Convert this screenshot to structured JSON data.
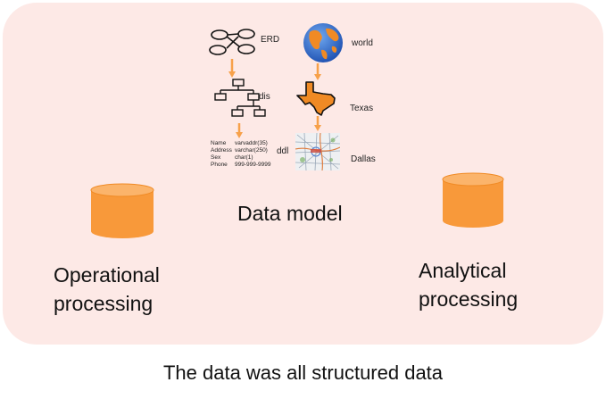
{
  "labels": {
    "erd": "ERD",
    "dis": "dis",
    "ddl": "ddl",
    "world": "world",
    "texas": "Texas",
    "dallas": "Dallas",
    "data_model": "Data model",
    "operational": [
      "Operational",
      "processing"
    ],
    "analytical": [
      "Analytical",
      "processing"
    ],
    "caption": "The data was all structured data"
  },
  "ddl_rows": [
    {
      "field": "Name",
      "type": "varvaddr(35)"
    },
    {
      "field": "Address",
      "type": "varchar(250)"
    },
    {
      "field": "Sex",
      "type": "char(1)"
    },
    {
      "field": "Phone",
      "type": "999-999-9999"
    }
  ],
  "colors": {
    "panel": "#fde9e6",
    "cylinder": "#f8993a",
    "cylinder_top": "#fbb46b",
    "arrow": "#f7a14a",
    "globe_ocean": "#2b6fd1",
    "land": "#f08a24"
  }
}
